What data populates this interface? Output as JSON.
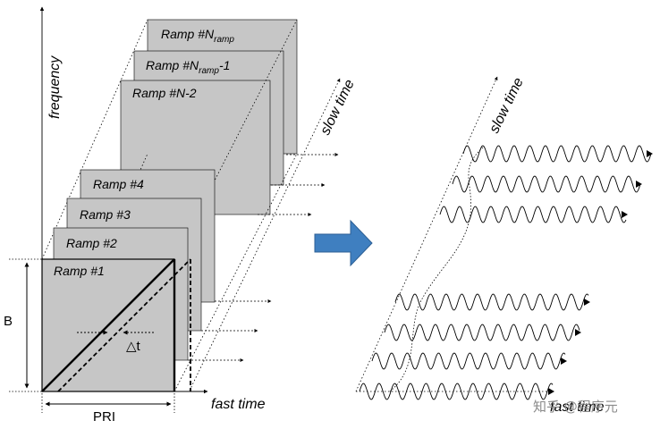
{
  "left_diagram": {
    "frequency_axis_label": "frequency",
    "fast_time_axis_label": "fast time",
    "slow_time_axis_label": "slow time",
    "bandwidth_label": "B",
    "pri_label": "PRI",
    "delay_label": "△t",
    "ramps": [
      {
        "label": "Ramp #1"
      },
      {
        "label": "Ramp #2"
      },
      {
        "label": "Ramp #3"
      },
      {
        "label": "Ramp #4"
      },
      {
        "label": "Ramp #N-2"
      },
      {
        "label_main": "Ramp #N",
        "label_sub": "ramp",
        "label_suffix": "-1"
      },
      {
        "label_main": "Ramp #N",
        "label_sub": "ramp",
        "label_suffix": ""
      }
    ]
  },
  "arrow": {
    "color": "#3f7fc0"
  },
  "right_diagram": {
    "slow_time_axis_label": "slow time",
    "fast_time_axis_label": "fast time",
    "signal_rows_lower": 4,
    "signal_rows_upper": 3
  },
  "watermark": "知乎 @程序元",
  "colors": {
    "ramp_fill": "#c6c6c6",
    "ramp_stroke": "#000000",
    "arrow": "#3f7fc0"
  }
}
